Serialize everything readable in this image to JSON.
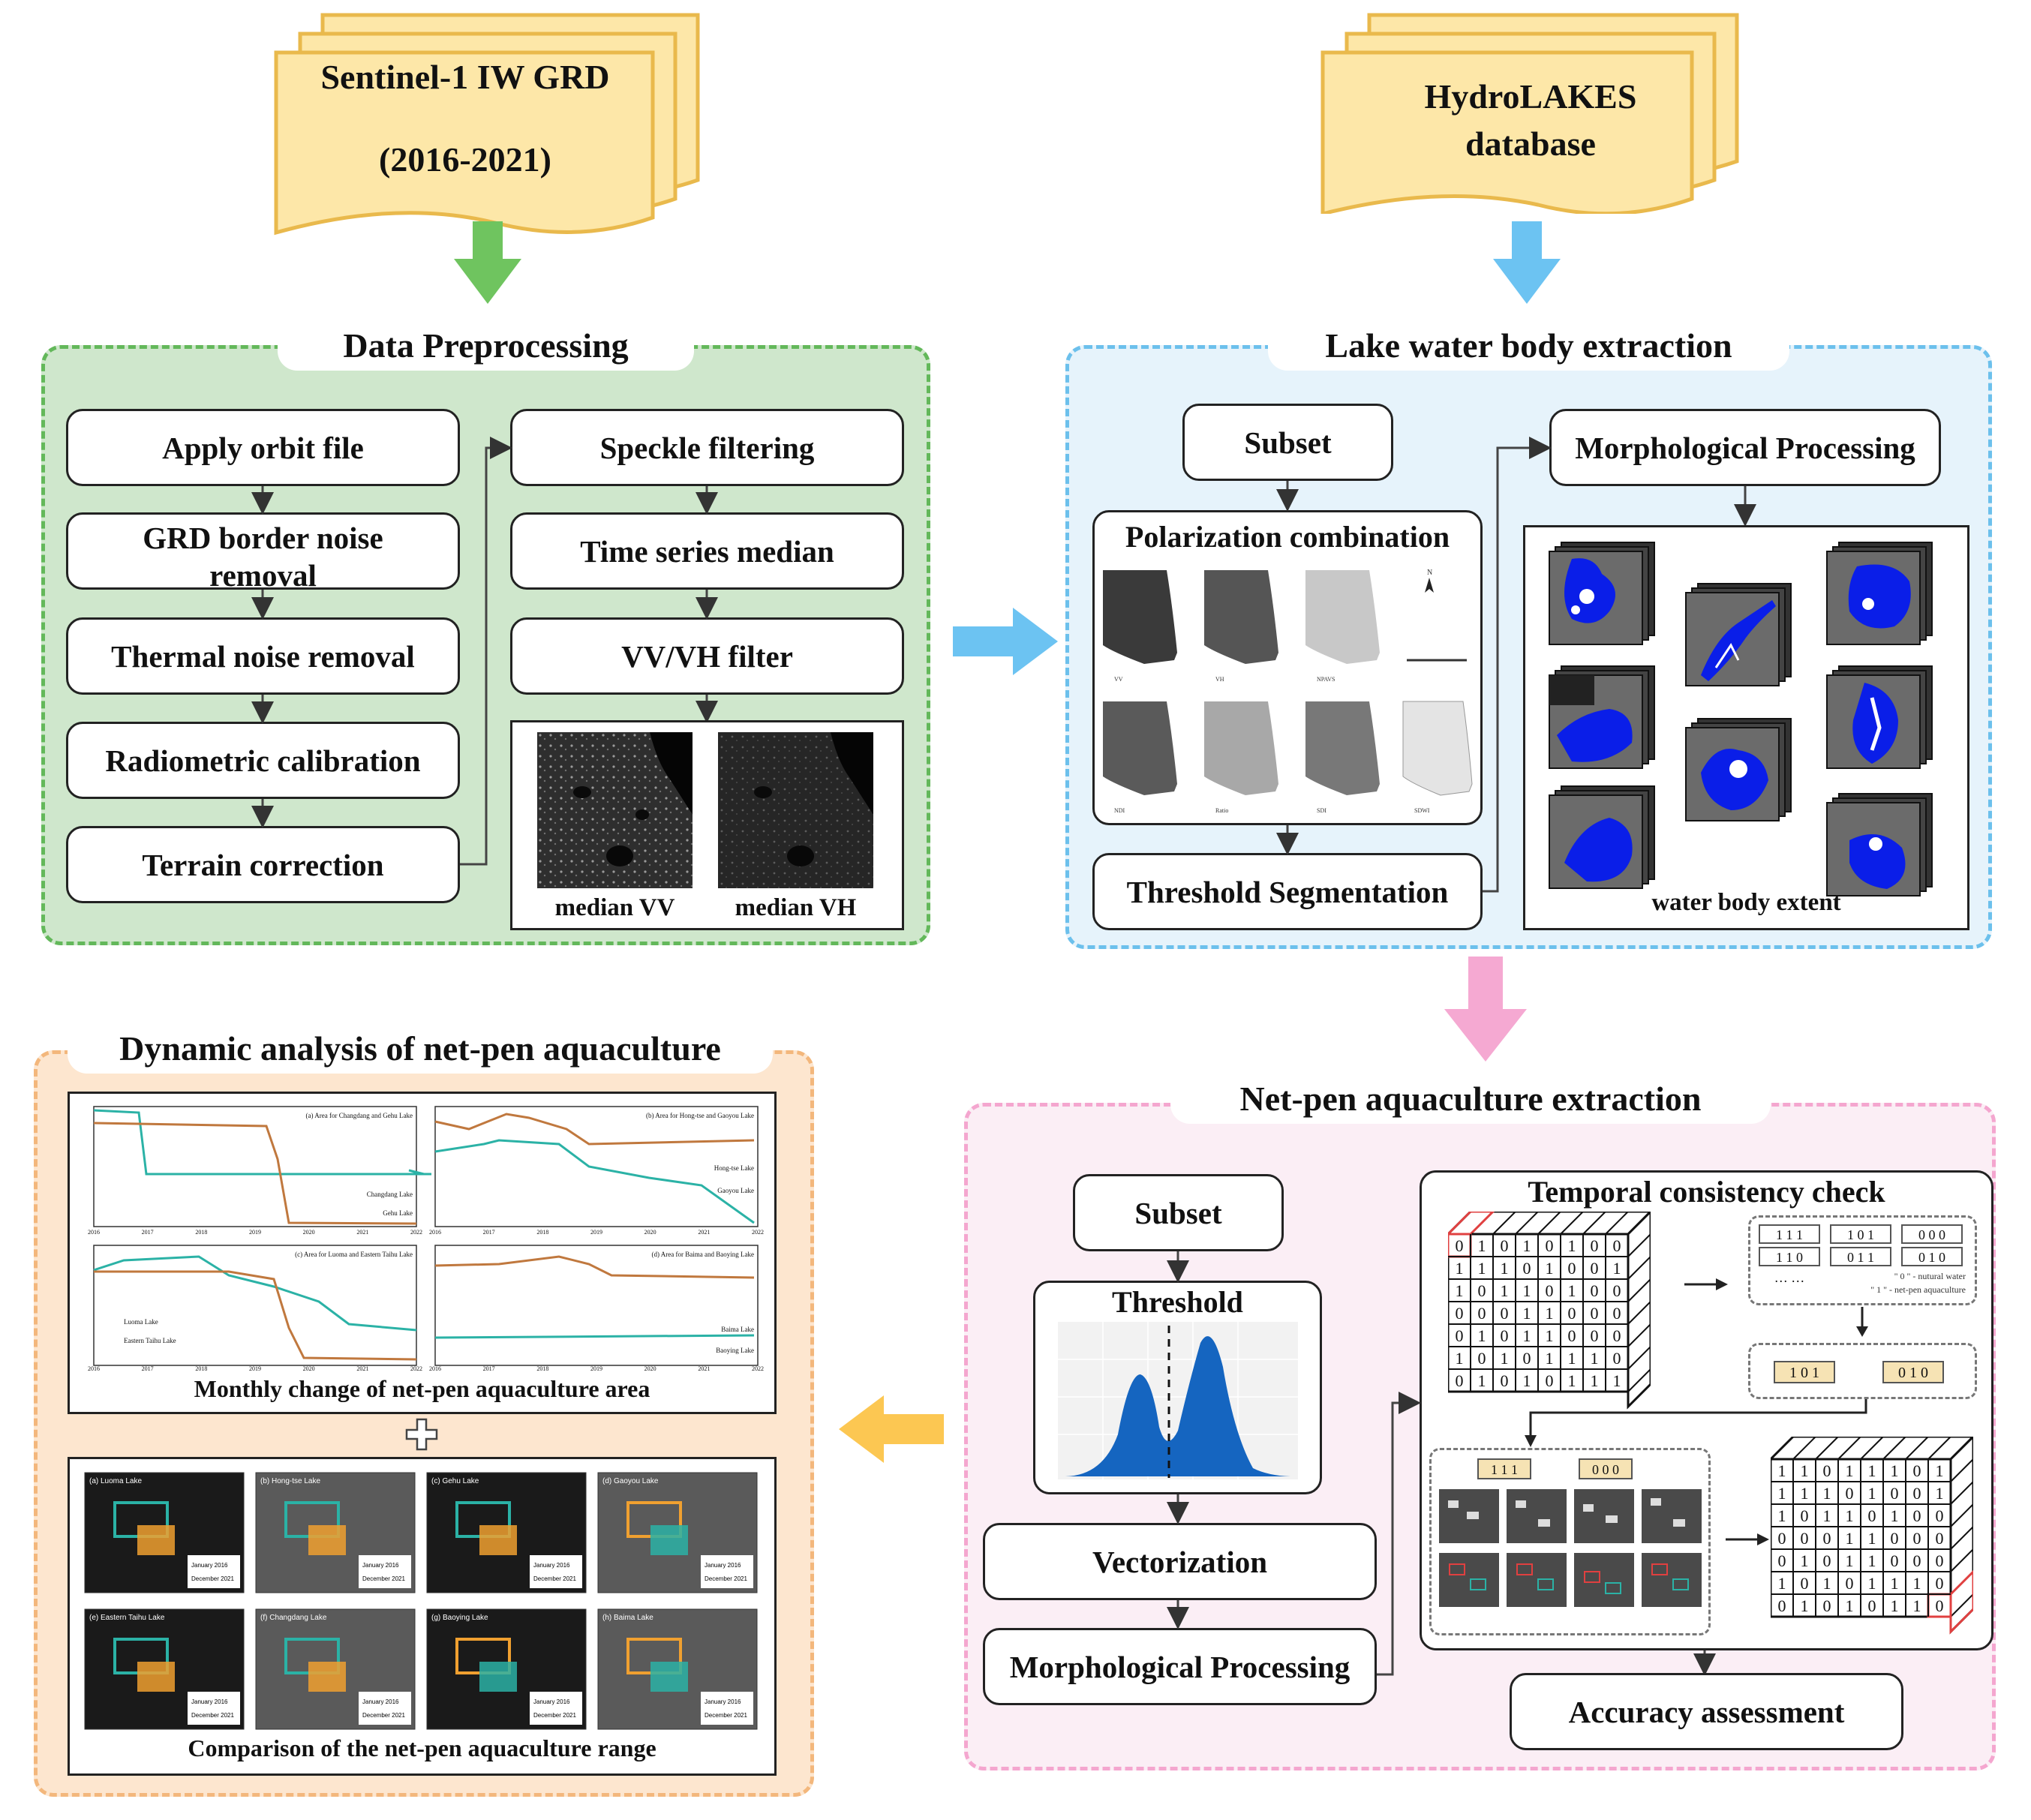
{
  "sources": {
    "sentinel": {
      "line1": "Sentinel-1 IW GRD",
      "line2": "(2016-2021)"
    },
    "hydrolakes": {
      "line1": "HydroLAKES",
      "line2": "database"
    }
  },
  "data_preprocessing": {
    "title": "Data Preprocessing",
    "steps_left": [
      "Apply orbit file",
      "GRD border noise removal",
      "Thermal noise removal",
      "Radiometric calibration",
      "Terrain correction"
    ],
    "steps_right": [
      "Speckle filtering",
      "Time series median",
      "VV/VH filter"
    ],
    "image_captions": [
      "median VV",
      "median VH"
    ]
  },
  "lake_extraction": {
    "title": "Lake water body extraction",
    "subset": "Subset",
    "polarization": "Polarization combination",
    "pol_labels": [
      "VV",
      "VH",
      "NPAVS",
      "NDI",
      "Ratio",
      "SDI",
      "SDWI"
    ],
    "threshold_seg": "Threshold Segmentation",
    "morph": "Morphological Processing",
    "water_caption": "water body extent",
    "north": "N"
  },
  "netpen_extraction": {
    "title": "Net-pen aquaculture  extraction",
    "subset": "Subset",
    "threshold": "Threshold",
    "vectorization": "Vectorization",
    "morph": "Morphological Processing",
    "temporal": "Temporal consistency check",
    "accuracy": "Accuracy assessment",
    "legend_0": "\" 0 \" - nutural water",
    "legend_1": "\" 1 \" - net-pen aquaculture",
    "ellipsis": "…   …",
    "codes_a": [
      "1 1 1",
      "1 0 1",
      "0 0 0"
    ],
    "codes_b": [
      "1 1 0",
      "0 1 1",
      "0 1 0"
    ],
    "codes_c": [
      "1 0 1",
      "0 1 0"
    ],
    "codes_d": [
      "1 1 1",
      "0 0 0"
    ],
    "grid_left": [
      [
        "0",
        "1",
        "0",
        "1",
        "0",
        "1",
        "0",
        "0"
      ],
      [
        "1",
        "1",
        "1",
        "0",
        "1",
        "0",
        "0",
        "1"
      ],
      [
        "1",
        "0",
        "1",
        "1",
        "0",
        "1",
        "0",
        "0"
      ],
      [
        "0",
        "0",
        "0",
        "1",
        "1",
        "0",
        "0",
        "0"
      ],
      [
        "0",
        "1",
        "0",
        "1",
        "1",
        "0",
        "0",
        "0"
      ],
      [
        "1",
        "0",
        "1",
        "0",
        "1",
        "1",
        "1",
        "0"
      ],
      [
        "0",
        "1",
        "0",
        "1",
        "0",
        "1",
        "1",
        "1"
      ]
    ],
    "grid_right": [
      [
        "1",
        "1",
        "0",
        "1",
        "1",
        "1",
        "0",
        "1"
      ],
      [
        "1",
        "1",
        "1",
        "0",
        "1",
        "0",
        "0",
        "1"
      ],
      [
        "1",
        "0",
        "1",
        "1",
        "0",
        "1",
        "0",
        "0"
      ],
      [
        "0",
        "0",
        "0",
        "1",
        "1",
        "0",
        "0",
        "0"
      ],
      [
        "0",
        "1",
        "0",
        "1",
        "1",
        "0",
        "0",
        "0"
      ],
      [
        "1",
        "0",
        "1",
        "0",
        "1",
        "1",
        "1",
        "0"
      ],
      [
        "0",
        "1",
        "0",
        "1",
        "0",
        "1",
        "1",
        "0"
      ]
    ]
  },
  "dynamic_analysis": {
    "title": "Dynamic analysis of net-pen aquaculture",
    "monthly_caption": "Monthly change of net-pen aquaculture area",
    "comparison_caption": "Comparison of the net-pen aquaculture range",
    "charts": [
      {
        "title": "(a) Area for Changdang and Gehu Lake",
        "legend": [
          "Changdang Lake",
          "Gehu Lake"
        ]
      },
      {
        "title": "(b) Area for Hong-tse and Gaoyou Lake",
        "legend": [
          "Hong-tse Lake",
          "Gaoyou Lake"
        ]
      },
      {
        "title": "(c) Area for Luoma and Eastern Taihu Lake",
        "legend": [
          "Luoma Lake",
          "Eastern Taihu Lake"
        ]
      },
      {
        "title": "(d) Area for Baima and Baoying Lake",
        "legend": [
          "Baima Lake",
          "Baoying Lake"
        ]
      }
    ],
    "years": [
      "2016",
      "2017",
      "2018",
      "2019",
      "2020",
      "2021",
      "2022"
    ],
    "maps": [
      "(a) Luoma Lake",
      "(b) Hong-tse Lake",
      "(c) Gehu Lake",
      "(d) Gaoyou Lake",
      "(e) Eastern Taihu Lake",
      "(f) Changdang Lake",
      "(g) Baoying Lake",
      "(h) Baima Lake"
    ],
    "map_legend": [
      "January 2016",
      "December 2021"
    ]
  },
  "colors": {
    "green_arrow": "#6fc45f",
    "blue_arrow": "#6cc3f2",
    "pink_arrow": "#f5a9d2",
    "orange_arrow": "#fcc752",
    "teal": "#2bb2a6",
    "brown": "#c0783e",
    "water_blue": "#0a1ee8",
    "doc_fill": "#fde7a8",
    "doc_stroke": "#e9b94c"
  }
}
